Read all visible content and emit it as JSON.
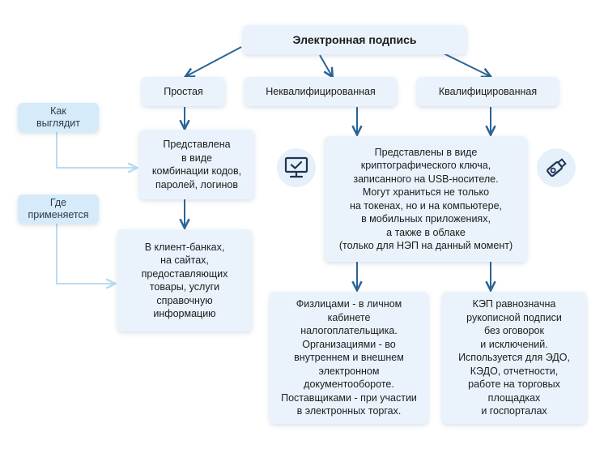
{
  "diagram": {
    "root": "Электронная подпись",
    "types": {
      "simple": "Простая",
      "unqualified": "Неквалифицированная",
      "qualified": "Квалифицированная"
    },
    "side_labels": {
      "appearance": "Как\nвыглядит",
      "usage": "Где\nприменяется"
    },
    "simple_appearance": "Представлена\nв виде\nкомбинации кодов,\nпаролей, логинов",
    "simple_usage": "В клиент-банках,\nна сайтах,\nпредоставляющих\nтовары, услуги\nсправочную\nинформацию",
    "key_appearance": "Представлены в виде\nкриптографического ключа,\nзаписанного на USB-носителе.\nМогут храниться не только\nна токенах, но и на компьютере,\nв мобильных приложениях,\nа также в облаке\n(только для НЭП на данный момент)",
    "unqualified_usage": "Физлицами - в личном\nкабинете\nналогоплательщика.\nОрганизациями - во\nвнутреннем и внешнем\nэлектронном\nдокументообороте.\nПоставщиками - при участии\nв электронных торгах.",
    "qualified_usage": "КЭП равнозначна\nрукописной подписи\nбез оговорок\nи исключений.\nИспользуется для ЭДО,\nКЭДО, отчетности,\nработе на торговых\nплощадках\nи госпорталах"
  },
  "colors": {
    "box_fill": "#eaf3fb",
    "side_fill": "#d5ebf9",
    "arrow_dark": "#2a6496",
    "arrow_light": "#b9dbf2"
  },
  "icons": [
    "monitor-check-icon",
    "usb-key-icon"
  ]
}
